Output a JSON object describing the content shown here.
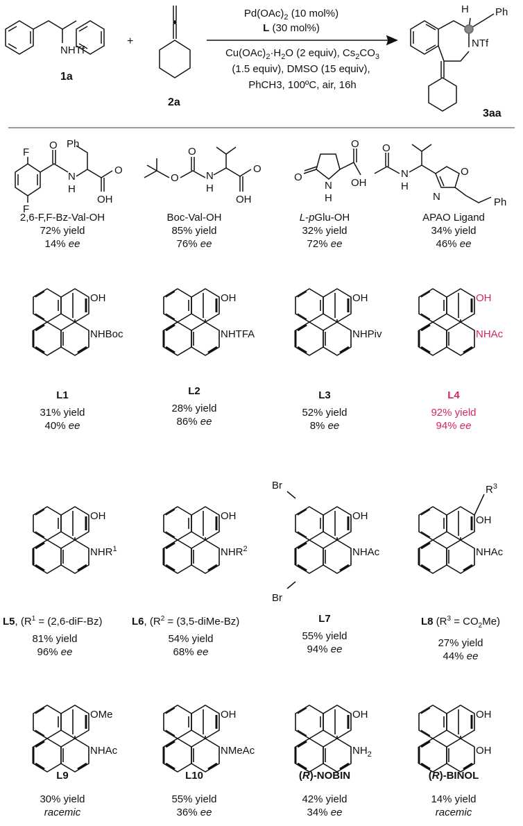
{
  "colors": {
    "highlight": "#d4285a",
    "ink": "#111111",
    "rule": "#9a9a9a"
  },
  "scheme": {
    "sm1_label": "1a",
    "sm2_label": "2a",
    "product_label": "3aa",
    "sm1_group": "NHTf",
    "product_group": "NTf",
    "product_ph": "Ph",
    "product_h": "H",
    "plus": "+",
    "conditions": [
      "Pd(OAc)2 (10 mol%)",
      "L (30 mol%)",
      "Cu(OAc)2·H2O (2 equiv), Cs2CO3",
      "(1.5 equiv), DMSO (15 equiv),",
      "PhCH3, 100ºC, air, 16h"
    ]
  },
  "ligands": [
    {
      "name": "2,6-F,F-Bz-Val-OH",
      "yield": "72% yield",
      "ee": "14%",
      "ee_unit": "ee",
      "atoms": {
        "f1": "F",
        "f2": "F",
        "o": "O",
        "nh": "N",
        "h": "H",
        "ph": "Ph",
        "o2": "O",
        "oh": "OH"
      }
    },
    {
      "name": "Boc-Val-OH",
      "yield": "85% yield",
      "ee": "76%",
      "ee_unit": "ee",
      "atoms": {
        "o1": "O",
        "o2": "O",
        "nh": "N",
        "h": "H",
        "o3": "O",
        "oh": "OH"
      }
    },
    {
      "name": "L-pGlu-OH",
      "yield": "32% yield",
      "ee": "72%",
      "ee_unit": "ee",
      "atoms": {
        "o1": "O",
        "n": "N",
        "h": "H",
        "o2": "O",
        "oh": "OH"
      }
    },
    {
      "name": "APAO Ligand",
      "yield": "34% yield",
      "ee": "46%",
      "ee_unit": "ee",
      "atoms": {
        "o1": "O",
        "nh": "N",
        "h": "H",
        "o2": "O",
        "n2": "N",
        "ph": "Ph"
      }
    },
    {
      "name": "L1",
      "yield": "31% yield",
      "ee": "40%",
      "ee_unit": "ee",
      "top": "OH",
      "bottom": "NHBoc"
    },
    {
      "name": "L2",
      "yield": "28% yield",
      "ee": "86%",
      "ee_unit": "ee",
      "top": "OH",
      "bottom": "NHTFA"
    },
    {
      "name": "L3",
      "yield": "52% yield",
      "ee": "8%",
      "ee_unit": "ee",
      "top": "OH",
      "bottom": "NHPiv"
    },
    {
      "name": "L4",
      "yield": "92% yield",
      "ee": "94%",
      "ee_unit": "ee",
      "top": "OH",
      "bottom": "NHAc"
    },
    {
      "name": "L5",
      "sub": ", (R1 = (2,6-diF-Bz)",
      "yield": "81% yield",
      "ee": "96%",
      "ee_unit": "ee",
      "top": "OH",
      "bottom": "NHR1"
    },
    {
      "name": "L6",
      "sub": ", (R2 = (3,5-diMe-Bz)",
      "yield": "54% yield",
      "ee": "68%",
      "ee_unit": "ee",
      "top": "OH",
      "bottom": "NHR2"
    },
    {
      "name": "L7",
      "yield": "55% yield",
      "ee": "94%",
      "ee_unit": "ee",
      "top": "OH",
      "bottom": "NHAc",
      "br": "Br"
    },
    {
      "name": "L8",
      "sub": " (R3 = CO2Me)",
      "yield": "27% yield",
      "ee": "44%",
      "ee_unit": "ee",
      "top": "OH",
      "bottom": "NHAc",
      "r3": "R3"
    },
    {
      "name": "L9",
      "yield": "30% yield",
      "ee_text": "racemic",
      "top": "OMe",
      "bottom": "NHAc"
    },
    {
      "name": "L10",
      "yield": "55% yield",
      "ee": "36%",
      "ee_unit": "ee",
      "top": "OH",
      "bottom": "NMeAc"
    },
    {
      "name": "(R)-NOBIN",
      "yield": "42% yield",
      "ee": "34%",
      "ee_unit": "ee",
      "top": "OH",
      "bottom": "NH2"
    },
    {
      "name": "(R)-BINOL",
      "yield": "14% yield",
      "ee_text": "racemic",
      "top": "OH",
      "bottom": "OH"
    }
  ]
}
